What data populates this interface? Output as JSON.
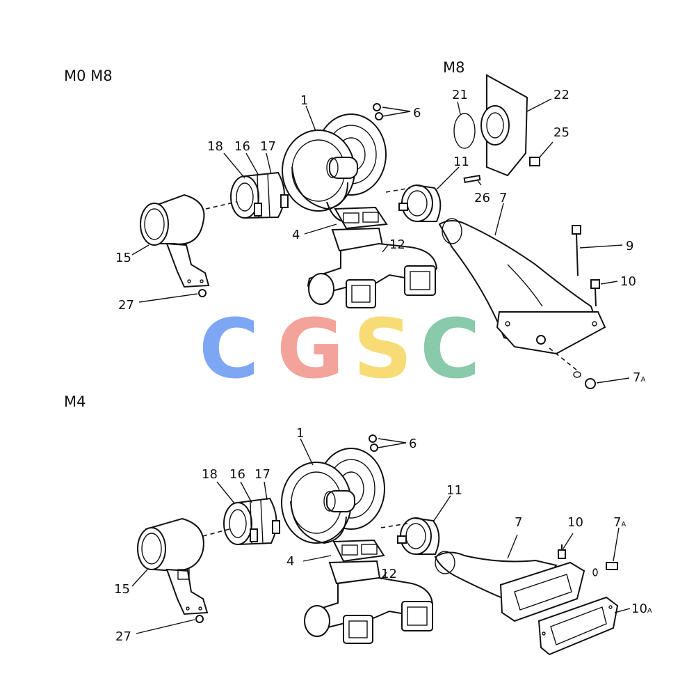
{
  "sections": {
    "top_label": "M0 M8",
    "top_right_label": "M8",
    "bottom_label": "M4"
  },
  "watermark": {
    "letters": [
      "C",
      "G",
      "S",
      "C"
    ],
    "colors": [
      "#6f9ef5",
      "#f29a8f",
      "#f7d867",
      "#7cc5a0"
    ]
  },
  "callouts_top": {
    "c1": "1",
    "c6": "6",
    "c21": "21",
    "c22": "22",
    "c25": "25",
    "c18": "18",
    "c16": "16",
    "c17": "17",
    "c11": "11",
    "c26": "26",
    "c7": "7",
    "c4": "4",
    "c12": "12",
    "c9": "9",
    "c15": "15",
    "c10": "10",
    "c27": "27",
    "c7a": "7",
    "c7a_sub": "A"
  },
  "callouts_bottom": {
    "c1": "1",
    "c6": "6",
    "c18": "18",
    "c16": "16",
    "c17": "17",
    "c11": "11",
    "c7": "7",
    "c10": "10",
    "c7a": "7",
    "c7a_sub": "A",
    "c4": "4",
    "c12": "12",
    "c15": "15",
    "c10a": "10",
    "c10a_sub": "A",
    "c27": "27"
  }
}
